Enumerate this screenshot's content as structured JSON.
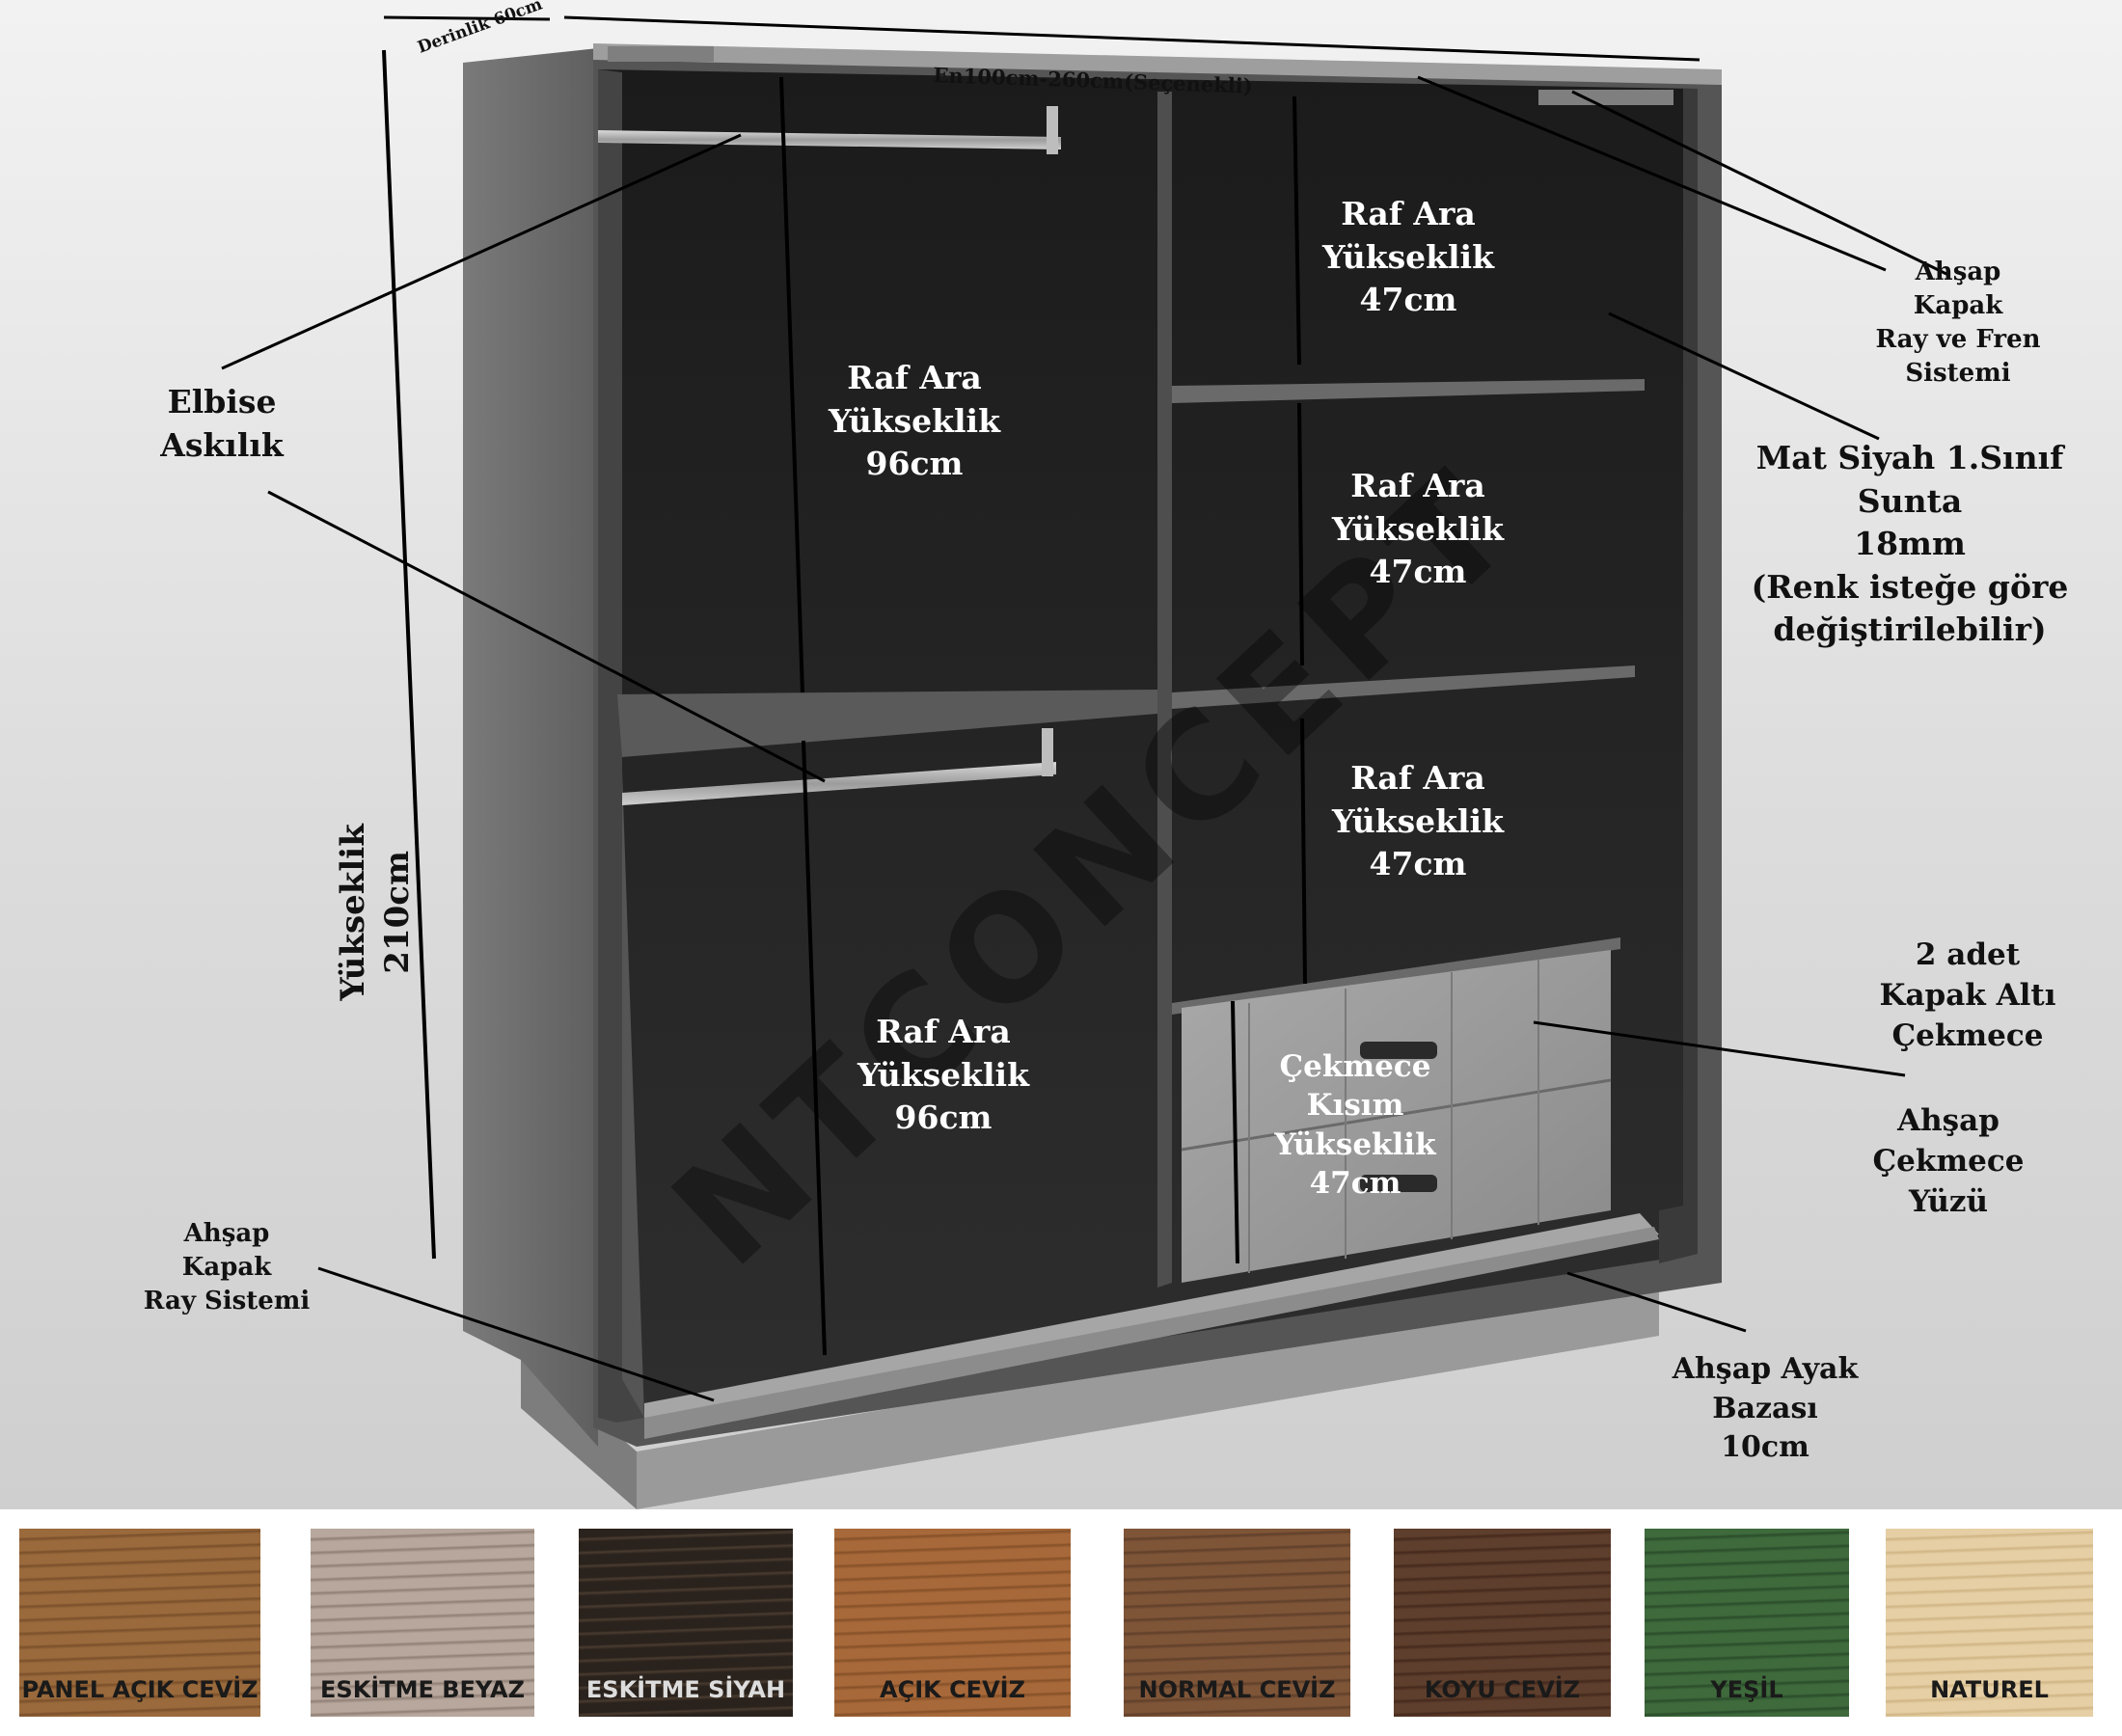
{
  "wardrobe": {
    "dimensions": {
      "depth": "Derinlik 60cm",
      "width": "En100cm-260cm(Seçenekli)",
      "height": "Yükseklik 210cm"
    },
    "compartments": {
      "left_top": "Raf Ara\nYükseklik\n96cm",
      "left_bottom": "Raf Ara\nYükseklik\n96cm",
      "right_top": "Raf Ara\nYükseklik\n47cm",
      "right_middle": "Raf Ara\nYükseklik\n47cm",
      "right_lower": "Raf Ara\nYükseklik\n47cm",
      "drawer": "Çekmece\nKısım\nYükseklik\n47cm"
    },
    "callouts": {
      "hanger": "Elbise\nAskılık",
      "top_rail": "Ahşap\nKapak\nRay ve Fren\nSistemi",
      "material": "Mat Siyah 1.Sınıf\nSunta\n18mm\n(Renk isteğe göre\ndeğiştirilebilir)",
      "drawers": "2 adet\nKapak Altı\nÇekmece",
      "drawer_front": "Ahşap\nÇekmece\nYüzü",
      "bottom_rail": "Ahşap\nKapak\nRay  Sistemi",
      "base": "Ahşap Ayak\nBazası\n10cm"
    },
    "watermark": "NTCONCEPT"
  },
  "swatches": [
    {
      "name": "PANEL AÇIK CEVİZ",
      "color": "#9a6a3c",
      "grain": "#7a4f2a"
    },
    {
      "name": "ESKİTME BEYAZ",
      "color": "#b7a79c",
      "grain": "#8f7f75"
    },
    {
      "name": "ESKİTME SİYAH",
      "color": "#2a221c",
      "grain": "#4a3c30"
    },
    {
      "name": "AÇIK CEVİZ",
      "color": "#a8693a",
      "grain": "#855028"
    },
    {
      "name": "NORMAL CEVİZ",
      "color": "#7f5538",
      "grain": "#5f3f29"
    },
    {
      "name": "KOYU CEVİZ",
      "color": "#5e3e2c",
      "grain": "#44291c"
    },
    {
      "name": "YEŞİL",
      "color": "#3e6a3c",
      "grain": "#2a4c2a"
    },
    {
      "name": "NATUREL",
      "color": "#e6cfa5",
      "grain": "#d0b585"
    }
  ]
}
